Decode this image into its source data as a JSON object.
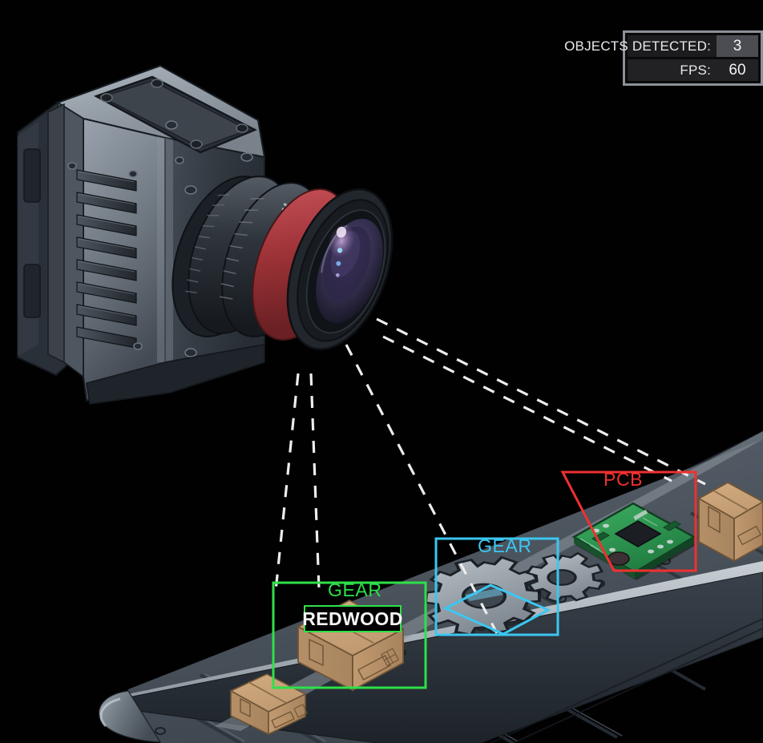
{
  "scene": {
    "title": "Machine Vision Object Detection",
    "background_color": "#000000"
  },
  "hud": {
    "panel_border_color": "#8d9198",
    "rows": [
      {
        "label": "OBJECTS DETECTED:",
        "value": "3",
        "highlighted": true
      },
      {
        "label": "FPS:",
        "value": "60",
        "highlighted": false
      }
    ]
  },
  "detections": [
    {
      "id": "det-box-green",
      "label": "GEAR",
      "color": "#2ee04a",
      "shape": "rect",
      "secondary_label": "REDWOOD",
      "secondary_label_color": "#f4f5f6"
    },
    {
      "id": "det-box-cyan",
      "label": "GEAR",
      "color": "#3cc6f0",
      "shape": "rect-with-ground-quad"
    },
    {
      "id": "det-box-red",
      "label": "PCB",
      "color": "#f03030",
      "shape": "parallelogram"
    }
  ],
  "camera": {
    "name": "industrial-vision-camera",
    "body_color": "#5d646d",
    "accent_ring_color": "#b3454b",
    "lens_glass_color": "#2a2540"
  },
  "conveyor": {
    "name": "conveyor-belt",
    "belt_color": "#4a535c",
    "rail_color": "#2d343c",
    "items": [
      {
        "type": "box",
        "name": "cardboard-box-small-left",
        "color": "#c6a077"
      },
      {
        "type": "box",
        "name": "cardboard-box-detected",
        "color": "#c6a077"
      },
      {
        "type": "gear",
        "name": "gear-large",
        "color": "#9aa3ab"
      },
      {
        "type": "gear",
        "name": "gear-small",
        "color": "#9aa3ab"
      },
      {
        "type": "pcb",
        "name": "pcb-board",
        "color": "#2f9e4f"
      },
      {
        "type": "box",
        "name": "cardboard-box-right",
        "color": "#c6a077"
      }
    ]
  },
  "sight_lines": {
    "name": "camera-sight-lines",
    "color": "#e8e8e8",
    "style": "dashed",
    "count": 5
  }
}
